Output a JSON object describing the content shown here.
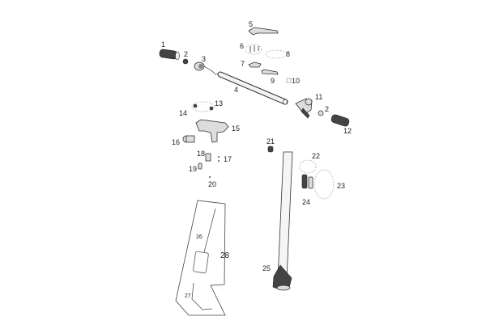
{
  "diagram": {
    "type": "exploded-parts-diagram",
    "labels": [
      "1",
      "2",
      "3",
      "4",
      "5",
      "6",
      "7",
      "8",
      "9",
      "10",
      "11",
      "2",
      "12",
      "13",
      "14",
      "15",
      "16",
      "17",
      "18",
      "19",
      "20",
      "21",
      "22",
      "23",
      "24",
      "25",
      "26",
      "27",
      "28"
    ]
  }
}
